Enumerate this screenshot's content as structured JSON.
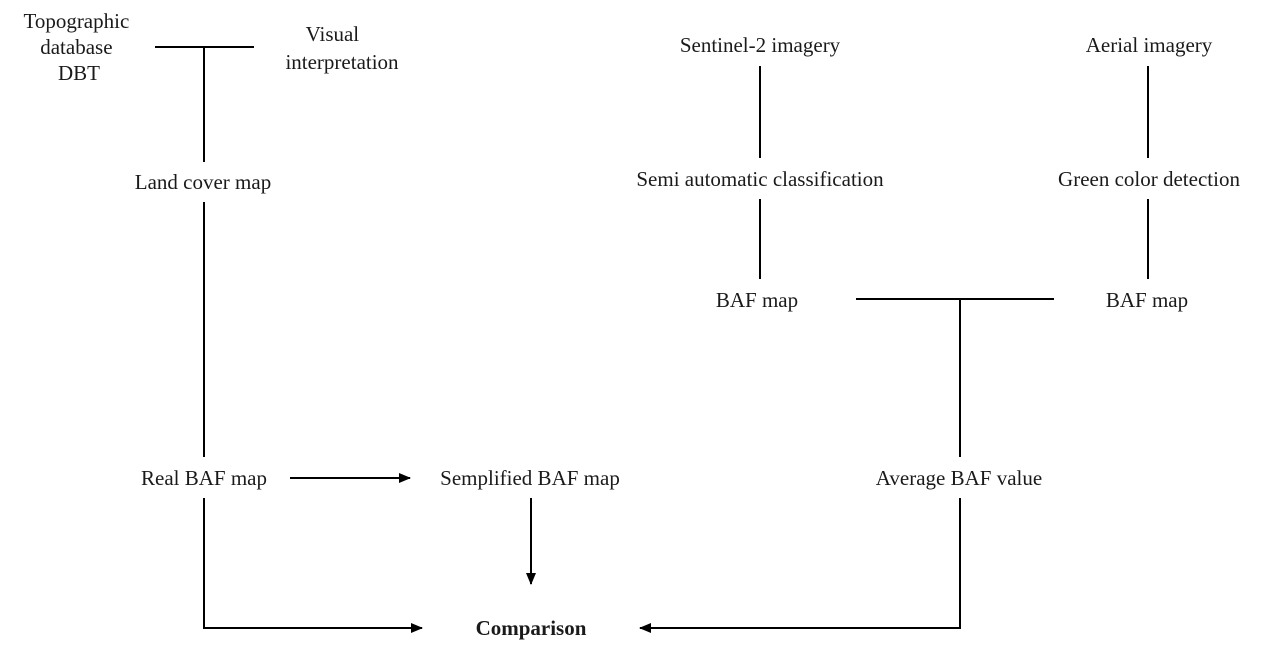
{
  "nodes": {
    "topographic_database": {
      "lines": [
        "Topographic",
        "database",
        "DBT"
      ]
    },
    "visual_interpretation": {
      "lines": [
        "Visual",
        "interpretation"
      ]
    },
    "land_cover_map": {
      "lines": [
        "Land cover map"
      ]
    },
    "real_baf_map": {
      "lines": [
        "Real BAF map"
      ]
    },
    "semplified_baf_map": {
      "lines": [
        "Semplified BAF map"
      ]
    },
    "comparison": {
      "lines": [
        "Comparison"
      ]
    },
    "sentinel_imagery": {
      "lines": [
        "Sentinel-2 imagery"
      ]
    },
    "semi_automatic_classification": {
      "lines": [
        "Semi automatic classification"
      ]
    },
    "baf_map_sentinel": {
      "lines": [
        "BAF map"
      ]
    },
    "aerial_imagery": {
      "lines": [
        "Aerial imagery"
      ]
    },
    "green_color_detection": {
      "lines": [
        "Green color detection"
      ]
    },
    "baf_map_aerial": {
      "lines": [
        "BAF map"
      ]
    },
    "average_baf_value": {
      "lines": [
        "Average BAF value"
      ]
    }
  },
  "edges": [
    {
      "id": "topo-visual-merge",
      "kind": "line"
    },
    {
      "id": "merge-to-land-cover",
      "kind": "line"
    },
    {
      "id": "land-cover-to-real-baf",
      "kind": "line"
    },
    {
      "id": "real-baf-to-semplified",
      "kind": "arrow"
    },
    {
      "id": "semplified-to-comparison",
      "kind": "arrow"
    },
    {
      "id": "real-baf-to-comparison",
      "kind": "arrow"
    },
    {
      "id": "sentinel-to-classification",
      "kind": "line"
    },
    {
      "id": "classification-to-baf-map",
      "kind": "line"
    },
    {
      "id": "aerial-to-green-detection",
      "kind": "line"
    },
    {
      "id": "green-detection-to-baf-map",
      "kind": "line"
    },
    {
      "id": "baf-maps-merge",
      "kind": "line"
    },
    {
      "id": "merge-to-average-baf",
      "kind": "line"
    },
    {
      "id": "average-baf-to-comparison",
      "kind": "arrow"
    }
  ]
}
